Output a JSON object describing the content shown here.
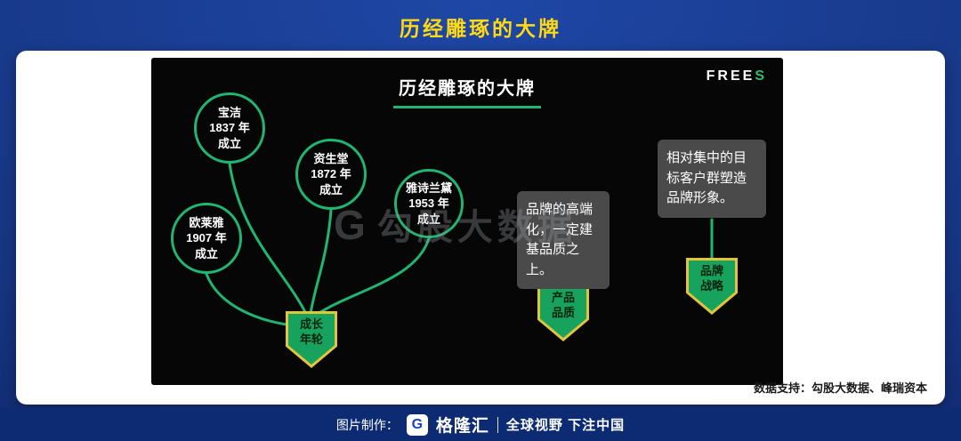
{
  "colors": {
    "background_blue": "#16337e",
    "accent_green": "#1fb573",
    "title_yellow": "#ffd913",
    "badge_gold_border": "#e3c53d",
    "badge_green_fill": "#17a35d",
    "panel_black": "#060606",
    "note_grey": "#4a4a4a",
    "footer_blue": "#0c2b72"
  },
  "page": {
    "header_title": "历经雕琢的大牌",
    "data_support": "数据支持：勾股大数据、峰瑞资本",
    "footer": {
      "credit_label": "图片制作：",
      "logo_letter": "G",
      "brand_name": "格隆汇",
      "slogan": "全球视野 下注中国"
    }
  },
  "infographic": {
    "title": "历经雕琢的大牌",
    "logo_text_white": "FREE",
    "logo_text_green": "S",
    "watermark_logo": "G",
    "watermark_text": "勾股大数据",
    "circles": [
      {
        "lines": [
          "宝洁",
          "1837 年",
          "成立"
        ]
      },
      {
        "lines": [
          "资生堂",
          "1872 年",
          "成立"
        ]
      },
      {
        "lines": [
          "雅诗兰黛",
          "1953 年",
          "成立"
        ]
      },
      {
        "lines": [
          "欧莱雅",
          "1907 年",
          "成立"
        ]
      }
    ],
    "badges": [
      {
        "lines": [
          "成长",
          "年轮"
        ]
      },
      {
        "lines": [
          "产品",
          "品质"
        ]
      },
      {
        "lines": [
          "品牌",
          "战略"
        ]
      }
    ],
    "notes": [
      "品牌的高端化，一定建基品质之上。",
      "相对集中的目标客户群塑造品牌形象。"
    ]
  }
}
